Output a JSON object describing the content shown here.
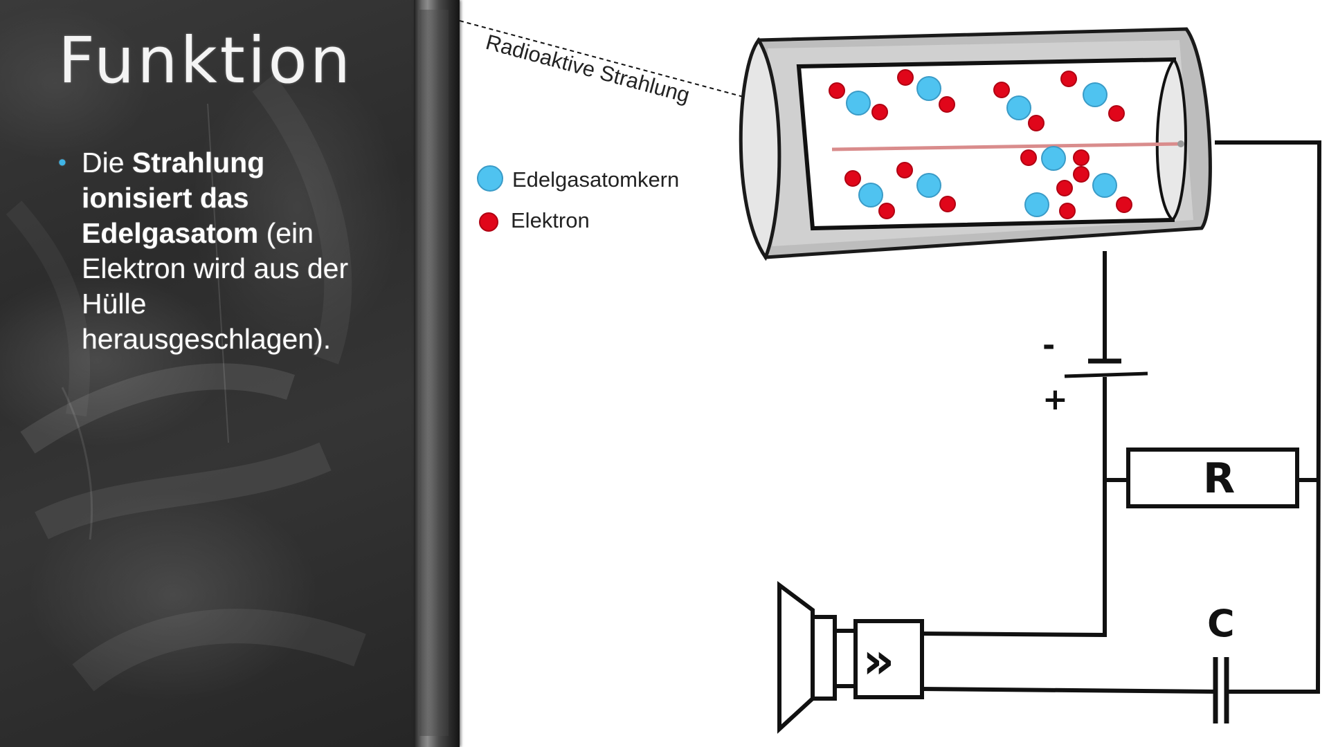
{
  "slide": {
    "title": "Funktion",
    "bullet": {
      "part1": "Die ",
      "bold1": "Strahlung ionisiert das Edelgasatom",
      "part2": " (ein Elektron wird aus der Hülle herausgeschlagen)."
    }
  },
  "diagram": {
    "radiation_label": "Radioaktive Strahlung",
    "legend": [
      {
        "label": "Edelgasatomkern",
        "color": "#4fc3f0"
      },
      {
        "label": "Elektron",
        "color": "#e0061a"
      }
    ],
    "battery": {
      "minus": "-",
      "plus": "+"
    },
    "resistor_label": "R",
    "capacitor_label": "C",
    "amplifier_symbol": "»"
  },
  "colors": {
    "nucleus": "#4fc3f0",
    "electron": "#e0061a",
    "bullet_dot": "#3fb4e6",
    "anode_wire": "#d98c8c"
  }
}
